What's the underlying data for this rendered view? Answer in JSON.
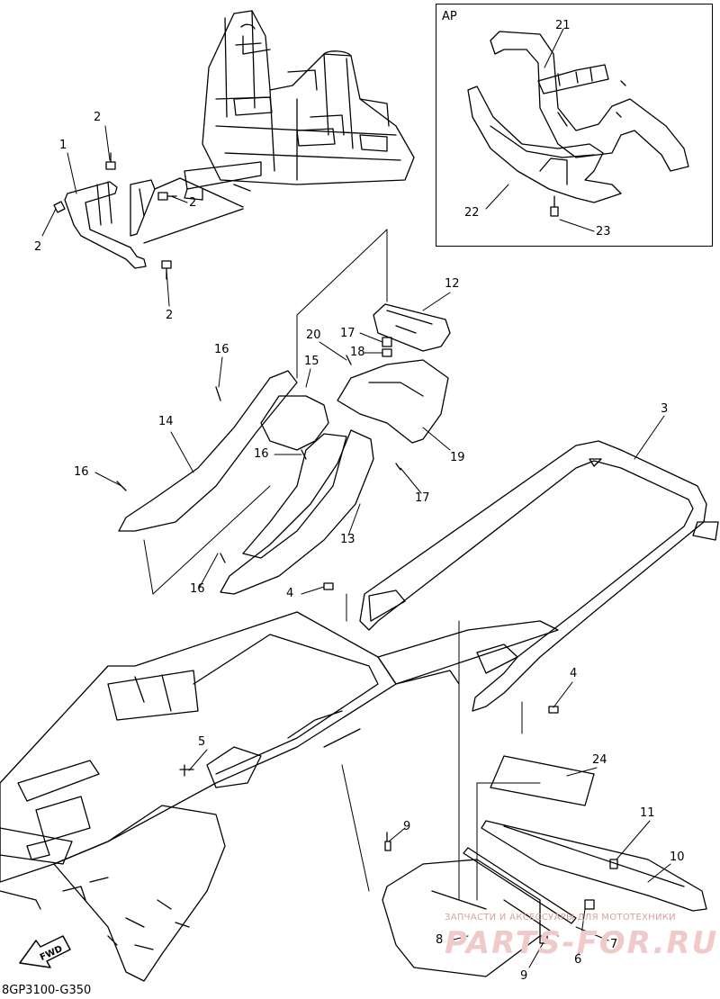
{
  "inset": {
    "title": "AP"
  },
  "footer": {
    "code": "8GP3100-G350"
  },
  "fwd_label": "FWD",
  "watermark": {
    "small": "ЗАПЧАСТИ И АКСЕССУАРЫ ДЛЯ МОТОТЕХНИКИ",
    "big": "PARTS-FOR.RU"
  },
  "callouts": {
    "c1": "1",
    "c2a": "2",
    "c2b": "2",
    "c2c": "2",
    "c2d": "2",
    "c3": "3",
    "c4a": "4",
    "c4b": "4",
    "c5": "5",
    "c6": "6",
    "c7": "7",
    "c8": "8",
    "c9a": "9",
    "c9b": "9",
    "c10": "10",
    "c11": "11",
    "c12": "12",
    "c13": "13",
    "c14": "14",
    "c15": "15",
    "c16a": "16",
    "c16b": "16",
    "c16c": "16",
    "c16d": "16",
    "c17a": "17",
    "c17b": "17",
    "c18": "18",
    "c19": "19",
    "c20": "20",
    "c21": "21",
    "c22": "22",
    "c23": "23",
    "c24": "24"
  }
}
